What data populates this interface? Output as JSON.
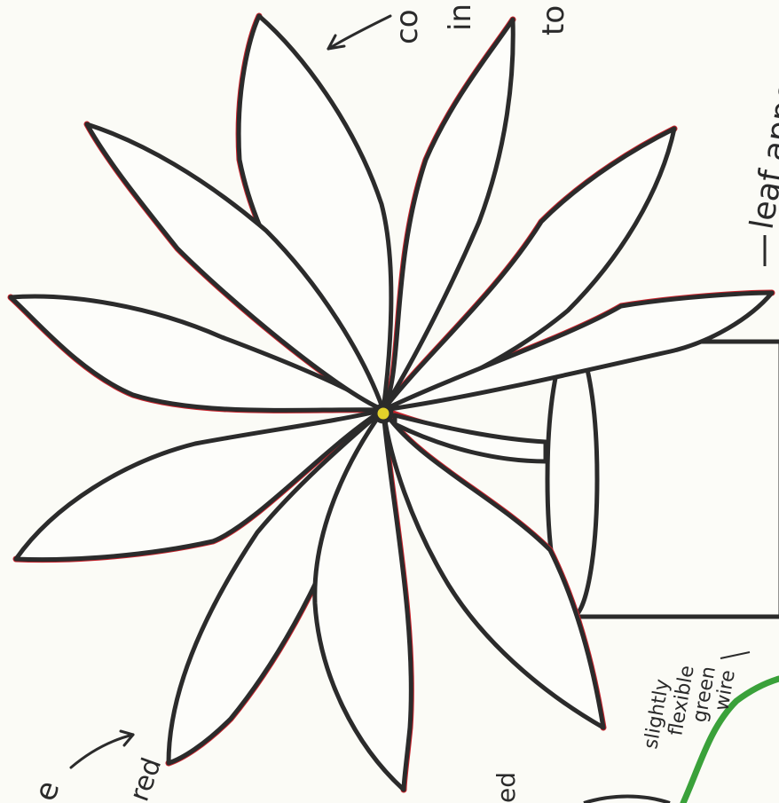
{
  "annotations": {
    "top_word_1": "co",
    "top_word_2": "in",
    "top_word_3": "to",
    "right_note": "leaf appears l",
    "wire_note_1": "slightly",
    "wire_note_2": "flexible",
    "wire_note_3": "green",
    "wire_note_4": "wire",
    "bottom_left_1": "e",
    "bottom_left_2": "red",
    "bottom_mid": "ed"
  },
  "colors": {
    "paper": "#fbfbf6",
    "outline": "#2b2b2b",
    "red": "#c8232c",
    "green": "#3aa13a",
    "center": "#e3d22a"
  },
  "icons": [
    "arrow-top-icon",
    "arrow-bottom-left-icon"
  ]
}
